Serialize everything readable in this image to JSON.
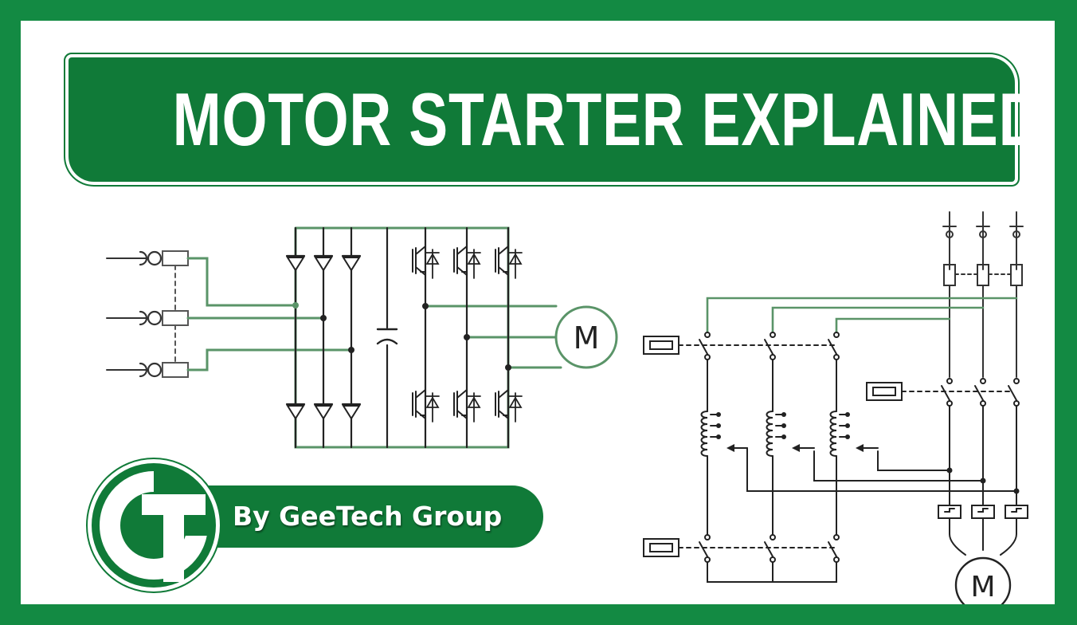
{
  "header": {
    "title": "MOTOR STARTER EXPLAINED"
  },
  "branding": {
    "byline": "By GeeTech Group",
    "logo_letters": "GT"
  },
  "diagram_left": {
    "motor_label": "M"
  },
  "diagram_right": {
    "motor_label": "M"
  },
  "colors": {
    "frame_green": "#138a43",
    "banner_green": "#107a38",
    "wire_green": "#5a9468",
    "ink": "#222222"
  }
}
